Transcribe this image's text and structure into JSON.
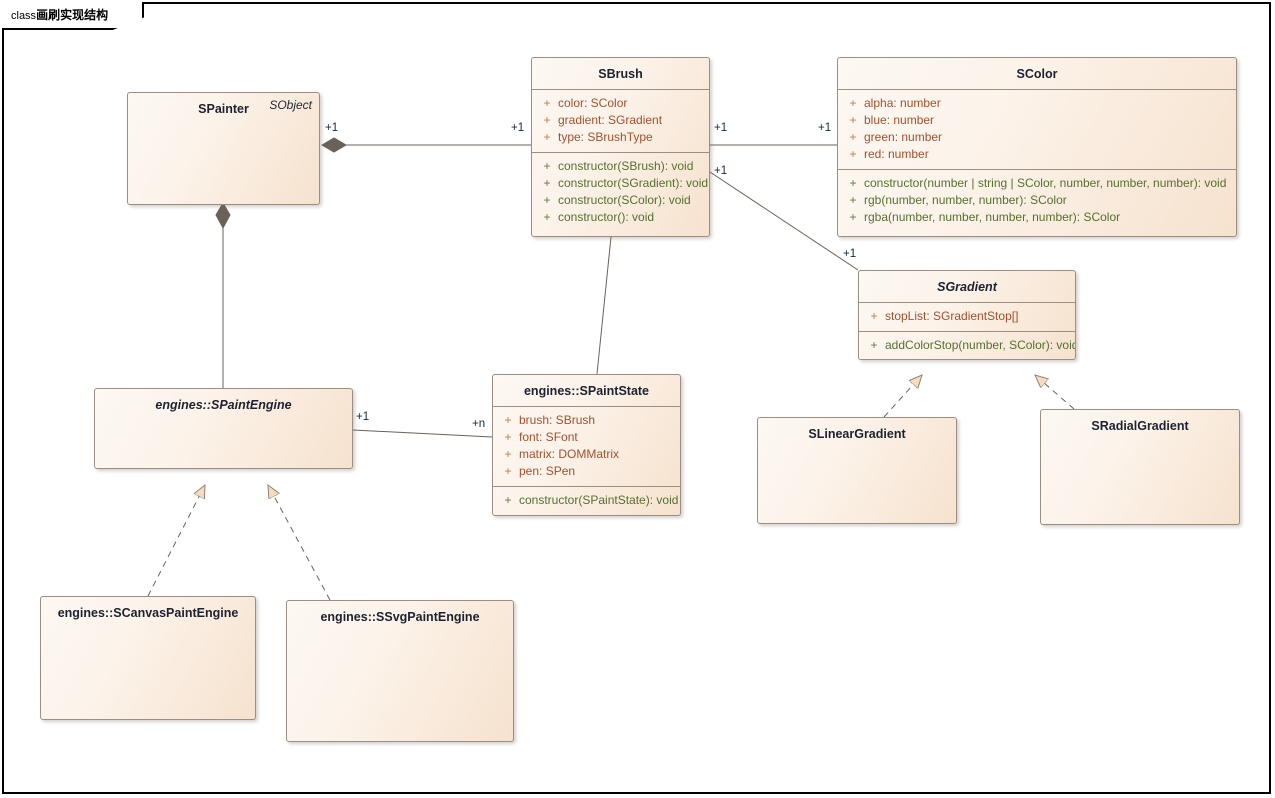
{
  "frame": {
    "keyword": "class",
    "name": "画刷实现结构"
  },
  "classes": {
    "spainter": {
      "name": "SPainter",
      "stereotype": "SObject",
      "abstract": false
    },
    "sbrush": {
      "name": "SBrush",
      "abstract": false,
      "attributes": [
        {
          "vis": "+",
          "text": "color: SColor"
        },
        {
          "vis": "+",
          "text": "gradient: SGradient"
        },
        {
          "vis": "+",
          "text": "type: SBrushType"
        }
      ],
      "operations": [
        {
          "vis": "+",
          "text": "constructor(SBrush): void"
        },
        {
          "vis": "+",
          "text": "constructor(SGradient): void"
        },
        {
          "vis": "+",
          "text": "constructor(SColor): void"
        },
        {
          "vis": "+",
          "text": "constructor(): void"
        }
      ]
    },
    "scolor": {
      "name": "SColor",
      "abstract": false,
      "attributes": [
        {
          "vis": "+",
          "text": "alpha: number"
        },
        {
          "vis": "+",
          "text": "blue: number"
        },
        {
          "vis": "+",
          "text": "green: number"
        },
        {
          "vis": "+",
          "text": "red: number"
        }
      ],
      "operations": [
        {
          "vis": "+",
          "text": "constructor(number | string | SColor, number, number, number): void"
        },
        {
          "vis": "+",
          "text": "rgb(number, number, number): SColor"
        },
        {
          "vis": "+",
          "text": "rgba(number, number, number, number): SColor"
        }
      ]
    },
    "sgradient": {
      "name": "SGradient",
      "abstract": true,
      "attributes": [
        {
          "vis": "+",
          "text": "stopList: SGradientStop[]"
        }
      ],
      "operations": [
        {
          "vis": "+",
          "text": "addColorStop(number, SColor): void"
        }
      ]
    },
    "slineargradient": {
      "name": "SLinearGradient",
      "abstract": false
    },
    "sradialgradient": {
      "name": "SRadialGradient",
      "abstract": false
    },
    "spaintengine": {
      "name": "engines::SPaintEngine",
      "abstract": true
    },
    "spaintstate": {
      "name": "engines::SPaintState",
      "abstract": false,
      "attributes": [
        {
          "vis": "+",
          "text": "brush: SBrush"
        },
        {
          "vis": "+",
          "text": "font: SFont"
        },
        {
          "vis": "+",
          "text": "matrix: DOMMatrix"
        },
        {
          "vis": "+",
          "text": "pen: SPen"
        }
      ],
      "operations": [
        {
          "vis": "+",
          "text": "constructor(SPaintState): void"
        }
      ]
    },
    "scanvaspaintengine": {
      "name": "engines::SCanvasPaintEngine",
      "abstract": false
    },
    "ssvgpaintengine": {
      "name": "engines::SSvgPaintEngine",
      "abstract": false
    }
  },
  "multiplicities": {
    "painter_brush_src": "+1",
    "painter_brush_tgt": "+1",
    "brush_color_src": "+1",
    "brush_color_tgt": "+1",
    "brush_gradient_src": "+1",
    "brush_gradient_tgt": "+1",
    "engine_state_src": "+1",
    "engine_state_tgt": "+n"
  },
  "colors": {
    "box_border": "#9b8e82",
    "box_fill_light": "#fdf8f3",
    "box_fill_dark": "#f6e2ce",
    "attribute_text": "#a0522d",
    "operation_text": "#55702f",
    "title_text": "#1c2230",
    "connector": "#6b6158",
    "arrow_fill": "#f5dcbe"
  }
}
